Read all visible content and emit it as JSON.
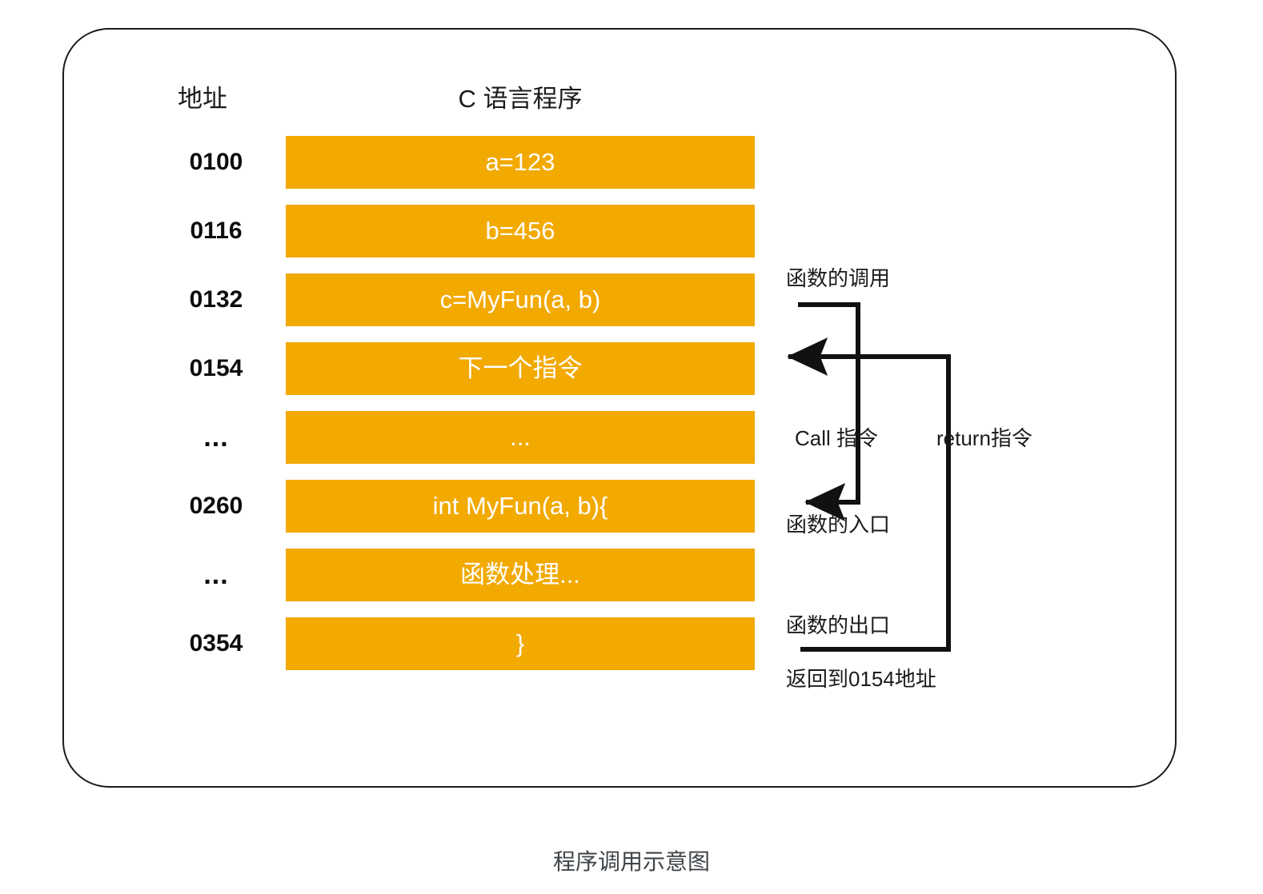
{
  "figure": {
    "caption": "程序调用示意图",
    "frame_border_color": "#1b1b1b",
    "bar_color": "#F2A900",
    "bar_text_color": "#FFFFFF",
    "arrow_color": "#111111",
    "caption_color": "#3f4448"
  },
  "headers": {
    "address": "地址",
    "program": "C 语言程序"
  },
  "rows": [
    {
      "address": "0100",
      "code": "a=123"
    },
    {
      "address": "0116",
      "code": "b=456"
    },
    {
      "address": "0132",
      "code": "c=MyFun(a, b)"
    },
    {
      "address": "0154",
      "code": "下一个指令"
    },
    {
      "address": "...",
      "code": "..."
    },
    {
      "address": "0260",
      "code": "int MyFun(a, b){"
    },
    {
      "address": "...",
      "code": "函数处理..."
    },
    {
      "address": "0354",
      "code": "}"
    }
  ],
  "annotations": {
    "call_name": "函数的调用",
    "call_instruction": "Call 指令",
    "return_instruction": "return指令",
    "function_entry": "函数的入口",
    "function_exit": "函数的出口",
    "return_target": "返回到0154地址"
  }
}
